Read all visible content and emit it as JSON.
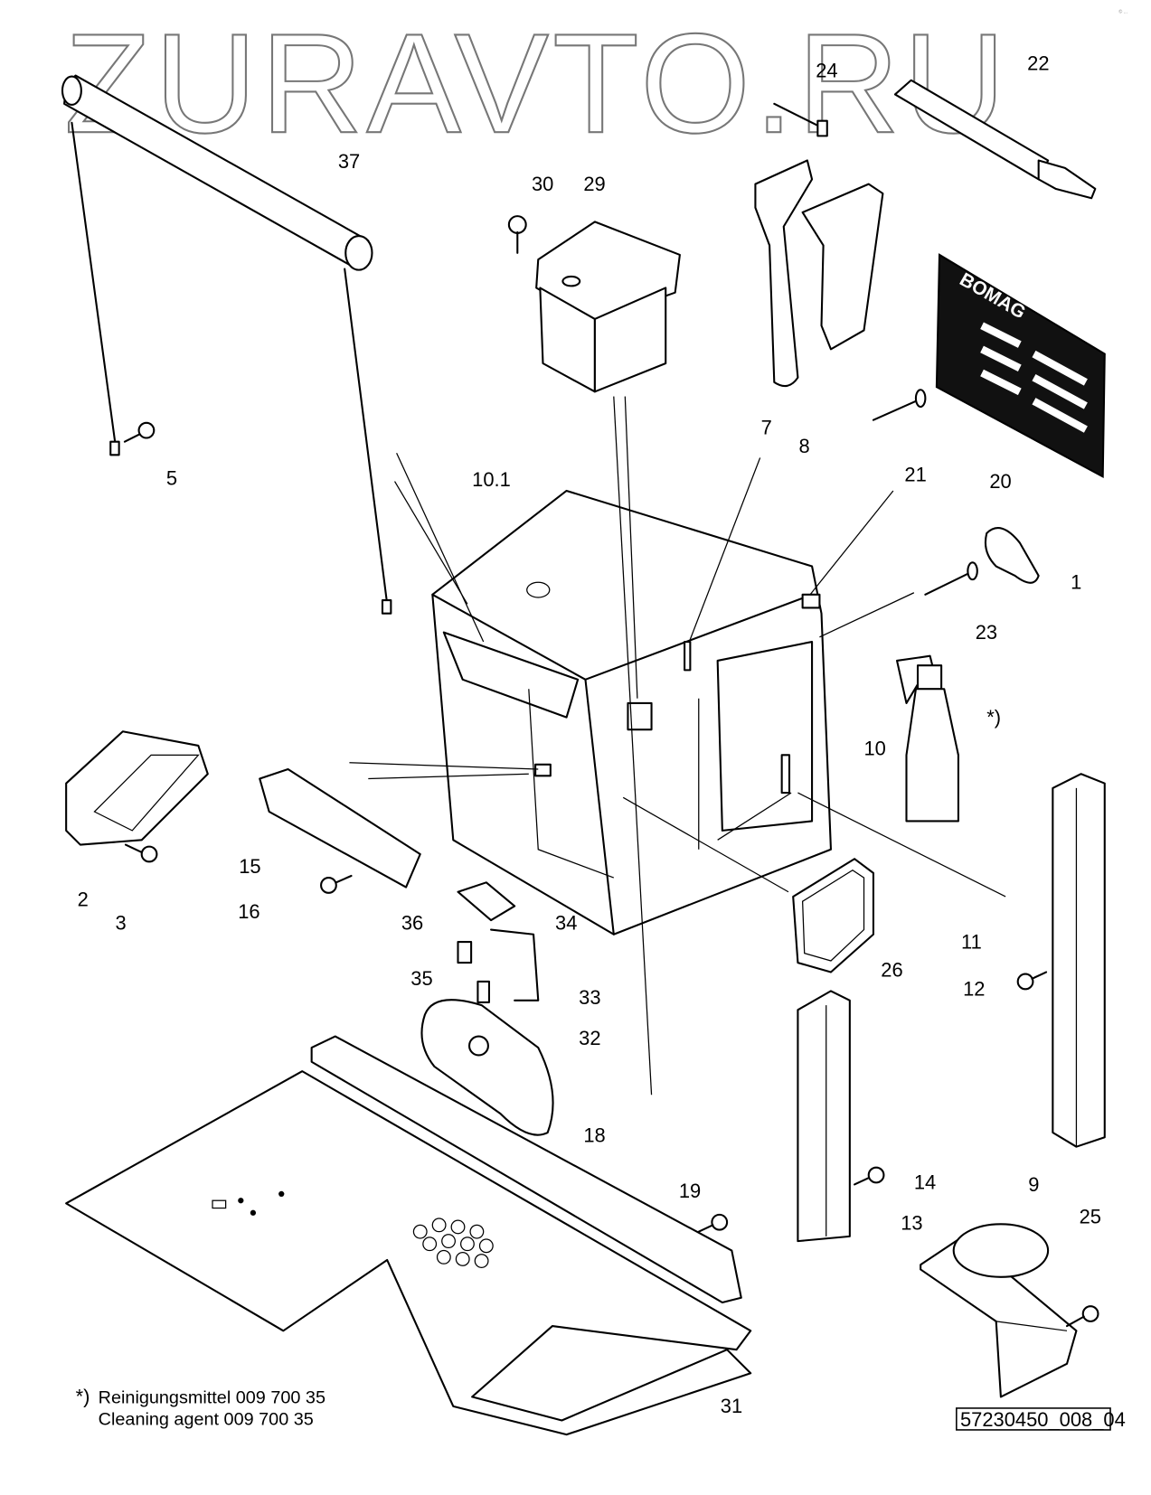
{
  "watermark": "ZURAVTO.RU",
  "corner_mark": "© ...",
  "plate_brand": "BOMAG",
  "drawing_number": "57230450_008_04",
  "footnote": {
    "marker": "*)",
    "line_de": "Reinigungsmittel 009 700 35",
    "line_en": "Cleaning agent 009 700 35"
  },
  "callouts": [
    "37",
    "30",
    "29",
    "24",
    "22",
    "5",
    "7",
    "8",
    "21",
    "20",
    "10.1",
    "1",
    "23",
    "*)",
    "10",
    "2",
    "3",
    "15",
    "16",
    "36",
    "34",
    "35",
    "33",
    "32",
    "26",
    "11",
    "12",
    "18",
    "19",
    "14",
    "13",
    "9",
    "25",
    "31"
  ]
}
